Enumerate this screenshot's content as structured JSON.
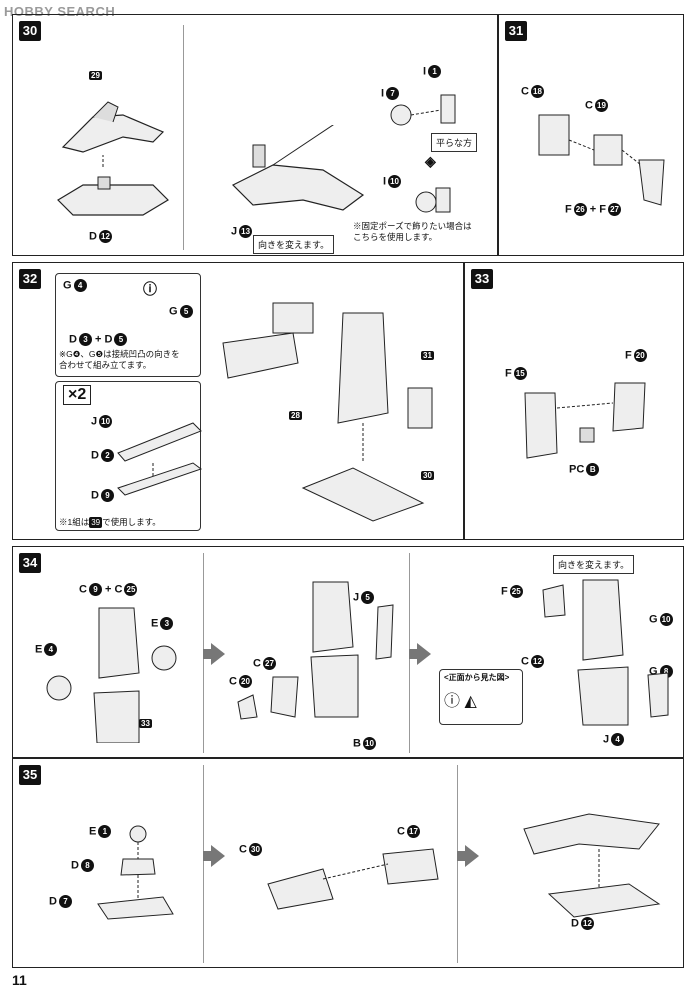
{
  "watermark": "HOBBY SEARCH",
  "page_number": "11",
  "steps": {
    "s30": "30",
    "s31": "31",
    "s32": "32",
    "s33": "33",
    "s34": "34",
    "s35": "35"
  },
  "step30": {
    "ref29": "29",
    "d12": "D",
    "d12n": "12",
    "j13": "J",
    "j13n": "13",
    "i7": "I",
    "i7n": "7",
    "i1": "I",
    "i1n": "1",
    "i10": "I",
    "i10n": "10",
    "flat_side": "平らな方",
    "change_direction": "向きを変えます。",
    "fixed_pose_note": "※固定ポーズで飾りたい場合は\nこちらを使用します。"
  },
  "step31": {
    "c18": "C",
    "c18n": "18",
    "c19": "C",
    "c19n": "19",
    "f26f27_a": "F",
    "f26n": "26",
    "plus": "+",
    "f26f27_b": "F",
    "f27n": "27"
  },
  "step32": {
    "g4": "G",
    "g4n": "4",
    "d3d5_a": "D",
    "d3n": "3",
    "plus": "+",
    "d3d5_b": "D",
    "d5n": "5",
    "g5": "G",
    "g5n": "5",
    "note_g": "※G❹、G❺は接続凹凸の向きを\n合わせて組み立てます。",
    "x2": "×2",
    "j10": "J",
    "j10n": "10",
    "d2": "D",
    "d2n": "2",
    "d9": "D",
    "d9n": "9",
    "note_39a": "※1組は",
    "note_39": "39",
    "note_39b": "で使用します。",
    "ref28": "28",
    "ref31": "31",
    "ref30": "30"
  },
  "step33": {
    "f15": "F",
    "f15n": "15",
    "f20": "F",
    "f20n": "20",
    "pcb": "PC",
    "pcbn": "B"
  },
  "step34": {
    "c9c25_a": "C",
    "c9n": "9",
    "plus": "+",
    "c9c25_b": "C",
    "c25n": "25",
    "e3": "E",
    "e3n": "3",
    "e4": "E",
    "e4n": "4",
    "ref33": "33",
    "j5": "J",
    "j5n": "5",
    "c27": "C",
    "c27n": "27",
    "c20": "C",
    "c20n": "20",
    "b10": "B",
    "b10n": "10",
    "change_direction": "向きを変えます。",
    "f25": "F",
    "f25n": "25",
    "g10": "G",
    "g10n": "10",
    "c12": "C",
    "c12n": "12",
    "g8": "G",
    "g8n": "8",
    "j4": "J",
    "j4n": "4",
    "front_view": "<正面から見た図>"
  },
  "step35": {
    "e1": "E",
    "e1n": "1",
    "d8": "D",
    "d8n": "8",
    "d7": "D",
    "d7n": "7",
    "c30": "C",
    "c30n": "30",
    "c17": "C",
    "c17n": "17",
    "d12": "D",
    "d12n": "12"
  }
}
